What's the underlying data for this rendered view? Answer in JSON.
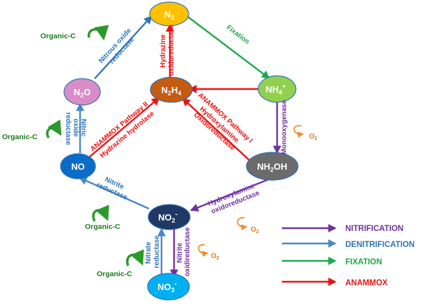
{
  "colors": {
    "nitrification": "#7030a0",
    "denitrification": "#4a86c8",
    "denit_dark": "#2e75b6",
    "fixation": "#1aab4a",
    "anammox": "#ee1111",
    "organic": "#1e7b1e",
    "oxygen": "#e07b1a"
  },
  "nodes": {
    "n2": {
      "main": "N",
      "sub": "2"
    },
    "n2o": {
      "main": "N",
      "sub": "2",
      "tail": "O"
    },
    "n2h4": {
      "main": "N",
      "sub": "2",
      "tail": "H",
      "sub2": "4"
    },
    "nh4": {
      "main": "NH",
      "sub": "4",
      "sup": "+"
    },
    "no": {
      "main": "NO"
    },
    "nh2oh": {
      "main": "NH",
      "sub": "2",
      "tail": "OH"
    },
    "no2": {
      "main": "NO",
      "sub": "2",
      "sup": "-"
    },
    "no3": {
      "main": "NO",
      "sub": "3",
      "sup": "-"
    }
  },
  "enzymes": {
    "nitrous_oxide_reductase": [
      "Nitrous oxide",
      "reductase"
    ],
    "fixation": "Fixation",
    "hydrazine_oxidoreductase": [
      "Hydrazine",
      "oxidoreductase"
    ],
    "nitric_oxide_reductase": [
      "Nitric",
      "oxide",
      "reductase"
    ],
    "anammox_ii": [
      "ANAMMOX Pathway II",
      "Hydrazine hydrolase"
    ],
    "anammox_i": [
      "ANAMMOX Pathway I",
      "Hydroxylamine",
      "Oxidoreductase"
    ],
    "monooxygenase": "Monooxygenase",
    "nitrite_reductase": [
      "Nitrite",
      "reductase"
    ],
    "hydroxylamine_oxidoreductase": [
      "Hydroxylamine",
      "oxidoreductase"
    ],
    "nitrate_reductase": [
      "Nitrate",
      "reductase"
    ],
    "nitrite_oxidireductase": [
      "Nitrite",
      "oxidireductase"
    ]
  },
  "organic_c": [
    "Organic-C",
    "Organic-C",
    "Organic-C",
    "Organic-C"
  ],
  "oxygen": {
    "main": "O",
    "sub": "2"
  },
  "legend": [
    {
      "label": "NITRIFICATION",
      "color": "#7030a0"
    },
    {
      "label": "DENITRIFICATION",
      "color": "#4a86c8"
    },
    {
      "label": "FIXATION",
      "color": "#1aab4a"
    },
    {
      "label": "ANAMMOX",
      "color": "#ee1111"
    }
  ]
}
